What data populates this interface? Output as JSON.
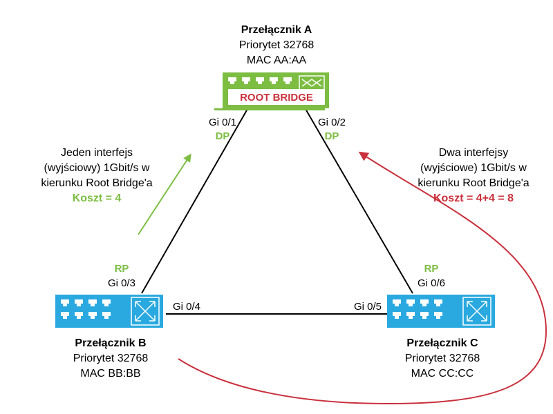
{
  "colors": {
    "green": "#7cbd42",
    "red": "#c9303c",
    "blue": "#29a9e0",
    "link": "#000000"
  },
  "switch_a": {
    "name": "Przełącznik A",
    "priority": "Priorytet 32768",
    "mac": "MAC AA:AA",
    "badge": "ROOT BRIDGE",
    "icon": "network-switch-icon"
  },
  "switch_b": {
    "name": "Przełącznik B",
    "priority": "Priorytet 32768",
    "mac": "MAC BB:BB",
    "icon": "network-switch-icon"
  },
  "switch_c": {
    "name": "Przełącznik C",
    "priority": "Priorytet 32768",
    "mac": "MAC CC:CC",
    "icon": "network-switch-icon"
  },
  "ports": {
    "gi01": "Gi 0/1",
    "gi02": "Gi 0/2",
    "gi03": "Gi 0/3",
    "gi04": "Gi 0/4",
    "gi05": "Gi 0/5",
    "gi06": "Gi 0/6"
  },
  "roles": {
    "gi01": "DP",
    "gi02": "DP",
    "gi03": "RP",
    "gi06": "RP"
  },
  "note_left": {
    "line1": "Jeden interfejs",
    "line2": "(wyjściowy) 1Gbit/s w",
    "line3": "kierunku Root Bridge'a",
    "cost": "Koszt = 4"
  },
  "note_right": {
    "line1": "Dwa interfejsy",
    "line2": "(wyjściowe) 1Gbit/s w",
    "line3": "kierunku Root Bridge'a",
    "cost": "Koszt = 4+4 = 8"
  }
}
